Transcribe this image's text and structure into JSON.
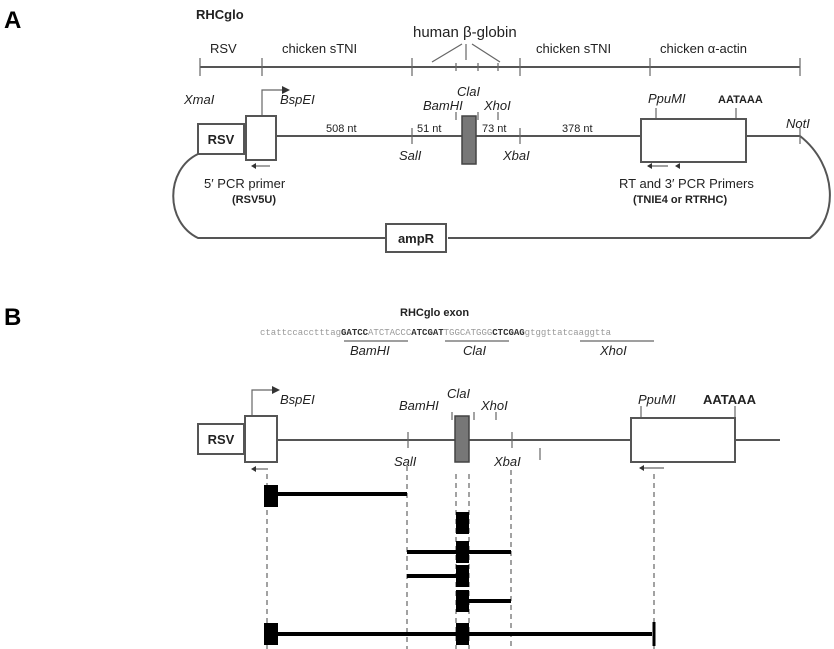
{
  "panel_a": {
    "letter": "A",
    "title": "RHCglo",
    "regions": {
      "rsv": "RSV",
      "chicken_stni_1": "chicken sTNI",
      "human_globin": "human β-globin",
      "chicken_stni_2": "chicken sTNI",
      "chicken_actin": "chicken α-actin"
    },
    "sites": {
      "xmai": "XmaI",
      "bspei": "BspEI",
      "bamhi": "BamHI",
      "clai": "ClaI",
      "xhoi": "XhoI",
      "sali": "SalI",
      "xbai": "XbaI",
      "ppumi": "PpuMI",
      "aataaa": "AATAAA",
      "noti": "NotI"
    },
    "lengths": {
      "len1": "508 nt",
      "len2": "51 nt",
      "len3": "73 nt",
      "len4": "378 nt"
    },
    "rsv_box": "RSV",
    "primer5_label": "5′ PCR primer",
    "primer5_name": "(RSV5U)",
    "primer3_label": "RT and 3′ PCR Primers",
    "primer3_name": "(TNIE4 or RTRHC)",
    "ampr": "ampR"
  },
  "panel_b": {
    "letter": "B",
    "exon_title": "RHCglo exon",
    "sequence": {
      "s1": "ctattccacctttag",
      "s2": "GATCC",
      "s3": "ATCTACCC",
      "s4": "ATCGAT",
      "s5": "TGGCATGGG",
      "s6": "CTCGAG",
      "s7": "gtggttatcaaggtta"
    },
    "seq_sites": {
      "bamhi": "BamHI",
      "clai": "ClaI",
      "xhoi": "XhoI"
    },
    "rsv_box": "RSV",
    "sites": {
      "bspei": "BspEI",
      "bamhi": "BamHI",
      "clai": "ClaI",
      "xhoi": "XhoI",
      "sali": "SalI",
      "xbai": "XbaI",
      "ppumi": "PpuMI",
      "aataaa": "AATAAA"
    }
  }
}
